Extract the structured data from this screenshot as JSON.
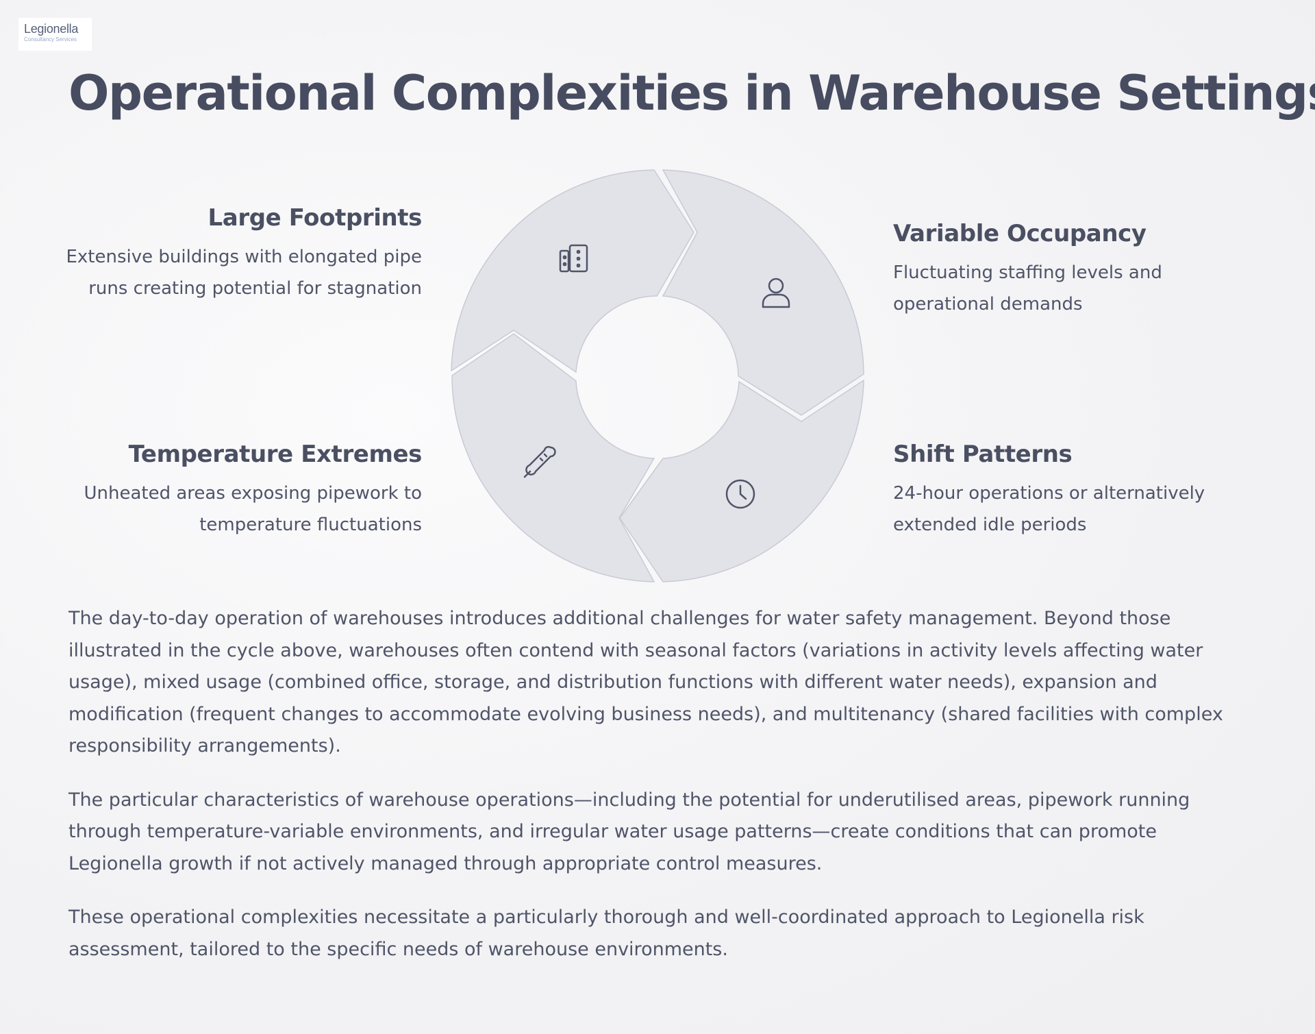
{
  "logo": {
    "name": "Legionella",
    "tagline": "Consultancy Services"
  },
  "title": "Operational Complexities in Warehouse Settings",
  "features": {
    "large_footprints": {
      "heading": "Large Footprints",
      "description": "Extensive buildings with elongated pipe runs creating potential for stagnation",
      "icon": "building-icon"
    },
    "variable_occupancy": {
      "heading": "Variable Occupancy",
      "description": "Fluctuating staffing levels and operational demands",
      "icon": "person-icon"
    },
    "temperature_extremes": {
      "heading": "Temperature Extremes",
      "description": "Unheated areas exposing pipework to temperature fluctuations",
      "icon": "thermometer-icon"
    },
    "shift_patterns": {
      "heading": "Shift Patterns",
      "description": "24-hour operations or alternatively extended idle periods",
      "icon": "clock-icon"
    }
  },
  "paragraphs": [
    "The day-to-day operation of warehouses introduces additional challenges for water safety management. Beyond those illustrated in the cycle above, warehouses often contend with seasonal factors (variations in activity levels affecting water usage), mixed usage (combined office, storage, and distribution functions with different water needs), expansion and modification (frequent changes to accommodate evolving business needs), and multitenancy (shared facilities with complex responsibility arrangements).",
    "The particular characteristics of warehouse operations—including the potential for underutilised areas, pipework running through temperature-variable environments, and irregular water usage patterns—create conditions that can promote Legionella growth if not actively managed through appropriate control measures.",
    "These operational complexities necessitate a particularly thorough and well-coordinated approach to Legionella risk assessment, tailored to the specific needs of warehouse environments."
  ],
  "colors": {
    "title": "#474c60",
    "text": "#4f5468",
    "segment_fill": "#e2e3e8",
    "segment_stroke": "#c9cad3",
    "background": "#f3f3f5"
  }
}
